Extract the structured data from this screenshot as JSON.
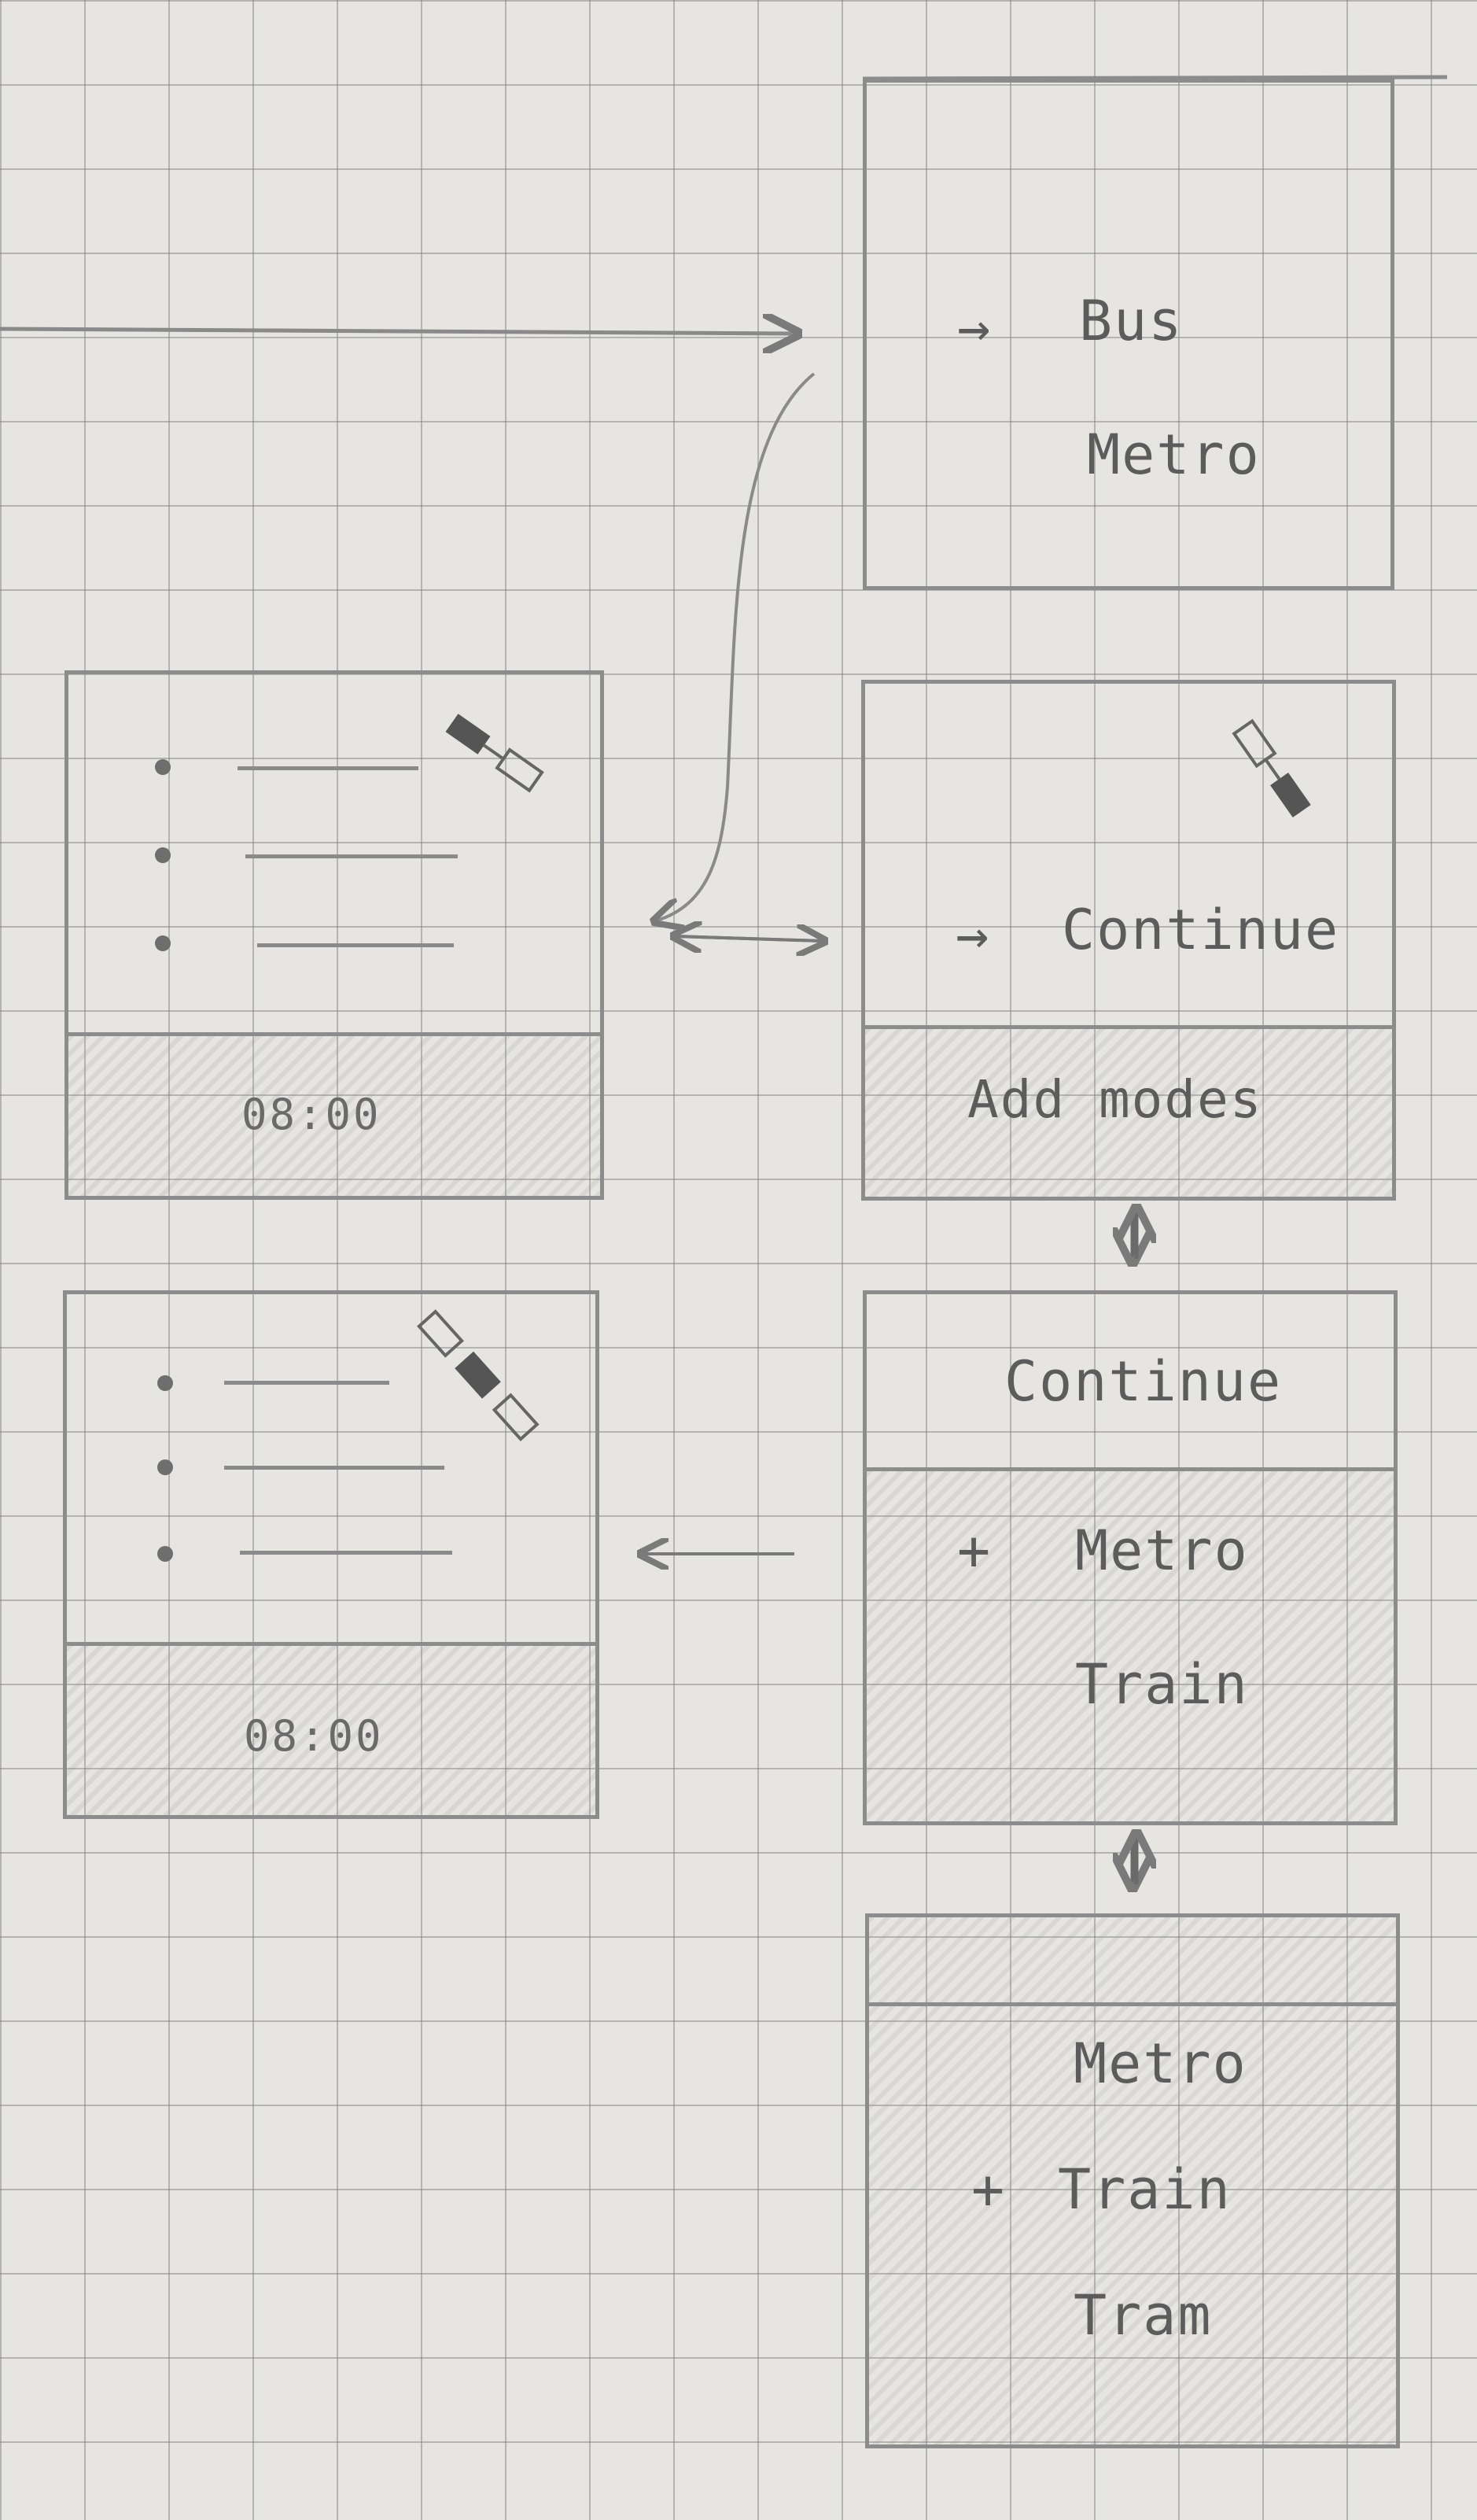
{
  "top_screen": {
    "selected": "Bus",
    "option": "Metro"
  },
  "continue_screen": {
    "action": "Continue",
    "footer": "Add modes"
  },
  "modes_screen": {
    "header": "Continue",
    "selected": "Metro",
    "option": "Train"
  },
  "scrolled_screen": {
    "option_1": "Metro",
    "selected": "Train",
    "option_3": "Tram"
  },
  "list_screen_1": {
    "time": "08:00"
  },
  "list_screen_2": {
    "time": "08:00"
  },
  "icons": {
    "bullet": "bullet-dot",
    "satellite": "satellite-icon",
    "arrow": "arrow-icon",
    "plus": "plus-icon"
  }
}
